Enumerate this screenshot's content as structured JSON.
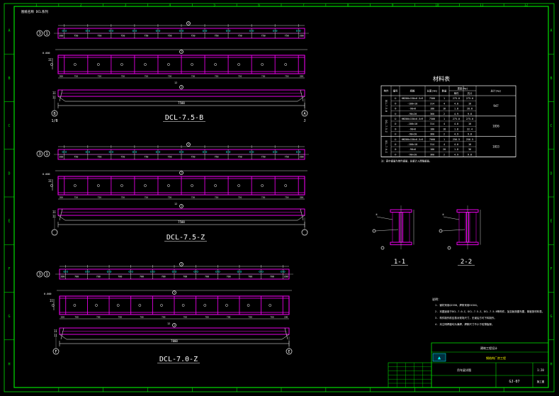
{
  "frame": {
    "col_numbers": [
      "1",
      "2",
      "3",
      "4",
      "5",
      "6",
      "7",
      "8",
      "9",
      "10",
      "11",
      "12"
    ],
    "row_letters": [
      "A",
      "B",
      "C",
      "D",
      "E",
      "F",
      "G",
      "H"
    ],
    "tag": "图纸名称  DCL系列"
  },
  "beams": [
    {
      "title": "DCL-7.5-B",
      "axis_left": [
        "3",
        "1"
      ],
      "end_left": [
        "B",
        "1/B"
      ],
      "end_right": [
        "A",
        "J"
      ],
      "total_dim": "7500",
      "spans": [
        "200",
        "750",
        "750",
        "750",
        "750",
        "750",
        "750",
        "750",
        "750",
        "750",
        "750",
        "200"
      ],
      "level": "0.000"
    },
    {
      "title": "DCL-7.5-Z",
      "axis_left": [
        "3",
        "1"
      ],
      "end_left": [],
      "end_right": [],
      "total_dim": "7500",
      "spans": [
        "200",
        "750",
        "750",
        "750",
        "750",
        "750",
        "750",
        "750",
        "750",
        "750",
        "750",
        "200"
      ],
      "level": "0.000"
    },
    {
      "title": "DCL-7.0-Z",
      "axis_left": [
        "3",
        "1"
      ],
      "end_left": [
        "F"
      ],
      "end_right": [
        "E"
      ],
      "total_dim": "7000",
      "spans": [
        "200",
        "700",
        "700",
        "700",
        "700",
        "700",
        "700",
        "700",
        "700",
        "700",
        "700",
        "200"
      ],
      "level": "0.000"
    }
  ],
  "table": {
    "title": "材料表",
    "headers": [
      "构件",
      "编号",
      "规格",
      "长度(mm)",
      "数量",
      "重量(kg)",
      "",
      "总计(kg)"
    ],
    "sub_headers": [
      "单件",
      "共计"
    ],
    "groups": [
      {
        "name": "DCL-7.5-B",
        "total": "947",
        "rows": [
          [
            "①",
            "HN300×150×6.5×9",
            "7500",
            "1",
            "275.0",
            "275.0"
          ],
          [
            "②",
            "-100×10",
            "314",
            "4",
            "4.0",
            "16"
          ],
          [
            "③",
            "-90×6",
            "180",
            "16",
            "1.8",
            "28.8"
          ],
          [
            "④",
            "-90×20",
            "360",
            "2",
            "4.9",
            "9.8"
          ]
        ]
      },
      {
        "name": "DCL-7.5-Z",
        "total": "1036",
        "rows": [
          [
            "①",
            "HN300×150×6.5×9",
            "7500",
            "1",
            "275.0",
            "275.0"
          ],
          [
            "②",
            "-100×10",
            "314",
            "4",
            "4.0",
            "16"
          ],
          [
            "③",
            "-90×6",
            "180",
            "18",
            "1.8",
            "32.4"
          ],
          [
            "④",
            "-90×20",
            "360",
            "2",
            "4.9",
            "9.8"
          ]
        ]
      },
      {
        "name": "DCL-7.0-Z",
        "total": "1033",
        "rows": [
          [
            "①",
            "HN300×150×6.5×9",
            "7000",
            "1",
            "256.5",
            "256.5"
          ],
          [
            "②",
            "-100×10",
            "314",
            "4",
            "4.0",
            "16"
          ],
          [
            "③",
            "-90×6",
            "180",
            "20",
            "1.8",
            "36"
          ],
          [
            "④",
            "-90×20",
            "360",
            "2",
            "4.9",
            "9.8"
          ]
        ]
      }
    ],
    "note": "注：表中重量为单件重量，总重计入焊缝重量。"
  },
  "sections": [
    {
      "label": "1-1"
    },
    {
      "label": "2-2"
    }
  ],
  "notes": {
    "title": "说明：",
    "items": [
      "1. 钢材采用Q235B，焊条采用E43XX。",
      "2. 本图适用于DCL-7.0-Z、DCL-7.5-Z、DCL-7.5-B等构件，加劲肋按图布置，厚度按材料表。",
      "3. 构件制作前应核对现场尺寸，无误后方可下料制作。",
      "4. 未注明焊缝均为满焊，焊脚尺寸不小于较薄板厚。"
    ]
  },
  "titleblock": {
    "company": "建筑工程设计",
    "project": "钢结构厂房工程",
    "drawing_title": "吊车梁详图",
    "drawing_no": "GJ-07",
    "scale": "1:20",
    "stage": "施工图"
  }
}
